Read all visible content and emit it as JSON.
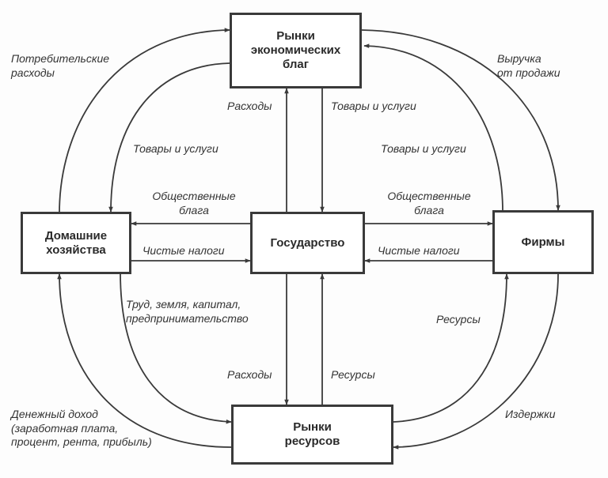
{
  "nodes": {
    "goods_market": "Рынки\nэкономических\nблаг",
    "households": "Домашние\nхозяйства",
    "government": "Государство",
    "firms": "Фирмы",
    "resource_market": "Рынки\nресурсов"
  },
  "labels": {
    "consumer_spending": "Потребительские\nрасходы",
    "sales_revenue": "Выручка\nот продажи",
    "gov_spending_top": "Расходы",
    "goods_services_to_gov": "Товары и услуги",
    "goods_services_to_households": "Товары и услуги",
    "goods_services_to_firms": "Товары и услуги",
    "public_goods_left": "Общественные\nблага",
    "public_goods_right": "Общественные\nблага",
    "net_taxes_left": "Чистые налоги",
    "net_taxes_right": "Чистые налоги",
    "factors": "Труд, земля, капитал,\nпредпринимательство",
    "resources_right": "Ресурсы",
    "gov_spending_bottom": "Расходы",
    "resources_to_gov": "Ресурсы",
    "money_income": "Денежный доход\n(заработная плата,\nпроцент, рента, прибыль)",
    "costs": "Издержки"
  },
  "colors": {
    "line": "#3a3a3a",
    "border": "#3a3a3a",
    "text": "#333333"
  }
}
